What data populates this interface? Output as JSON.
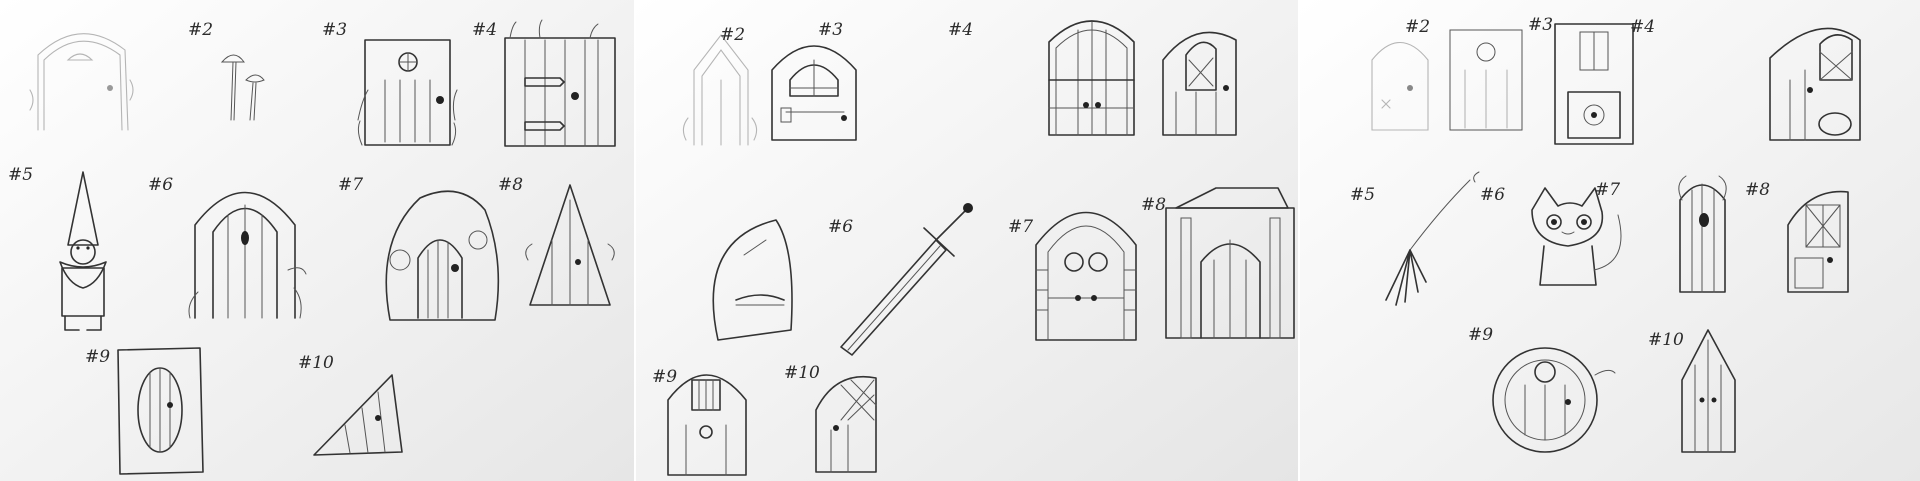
{
  "sheets": [
    {
      "labels": {
        "s2": "#2",
        "s3": "#3",
        "s4": "#4",
        "s5": "#5",
        "s6": "#6",
        "s7": "#7",
        "s8": "#8",
        "s9": "#9",
        "s10": "#10"
      }
    },
    {
      "labels": {
        "s2": "#2",
        "s3": "#3",
        "s4": "#4",
        "s6": "#6",
        "s7": "#7",
        "s8": "#8",
        "s9": "#9",
        "s10": "#10"
      }
    },
    {
      "labels": {
        "s2": "#2",
        "s3": "#3",
        "s4": "#4",
        "s5": "#5",
        "s6": "#6",
        "s7": "#7",
        "s8": "#8",
        "s9": "#9",
        "s10": "#10"
      }
    }
  ],
  "colors": {
    "paper": "#ffffff",
    "ink": "#333333",
    "faint_ink": "#b5b5b5",
    "shadow": "#e9e9e9"
  }
}
